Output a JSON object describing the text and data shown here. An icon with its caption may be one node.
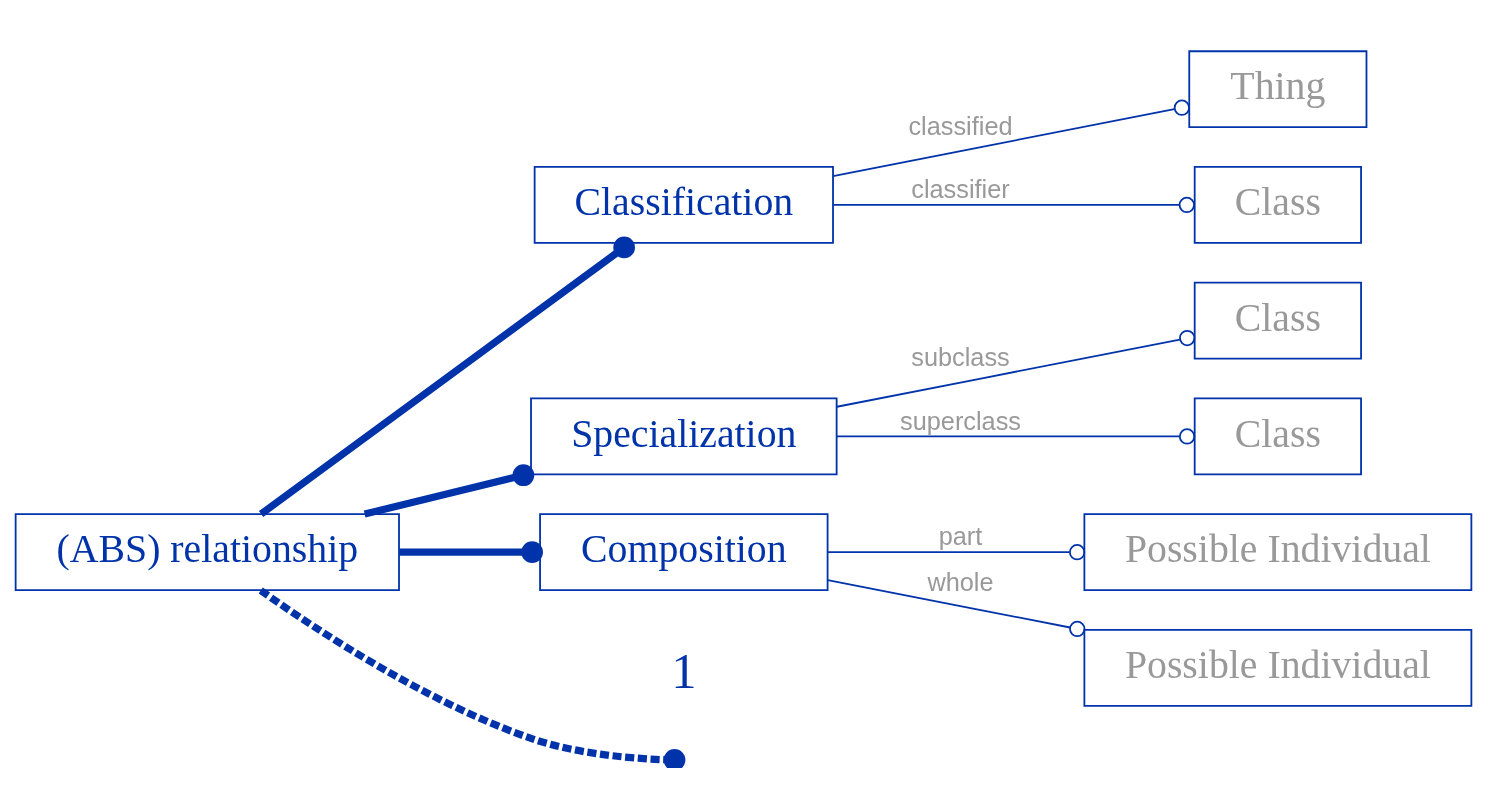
{
  "diagram": {
    "nodes": [
      {
        "text": [
          "(ABS) relationship"
        ]
      },
      {
        "text": [
          "Classification"
        ]
      },
      {
        "text": [
          "Thing"
        ]
      },
      {
        "text": [
          "Class"
        ]
      },
      {
        "text": [
          "Specialization"
        ]
      },
      {
        "text": [
          "Class"
        ]
      },
      {
        "text": [
          "Class"
        ]
      },
      {
        "text": [
          "Composition"
        ]
      },
      {
        "text": [
          "Possible Individual"
        ]
      },
      {
        "text": [
          "Possible Individual"
        ]
      }
    ],
    "edges": [
      {
        "from": 0,
        "to": 1,
        "arrow": "other",
        "style": "thick"
      },
      {
        "from": 0,
        "to": 4,
        "arrow": "other",
        "style": "thick"
      },
      {
        "from": 0,
        "to": 7,
        "arrow": "other",
        "style": "thick"
      },
      {
        "from": 0,
        "to": null,
        "arrow": "other",
        "style": "dashed"
      },
      {
        "from": 1,
        "to": 2,
        "arrow": "other",
        "label": "classified"
      },
      {
        "from": 1,
        "to": 3,
        "arrow": "other",
        "label": "classifier"
      },
      {
        "from": 4,
        "to": 5,
        "arrow": "other",
        "label": "subclass"
      },
      {
        "from": 4,
        "to": 6,
        "arrow": "other",
        "label": "superclass"
      },
      {
        "from": 7,
        "to": 8,
        "arrow": "other",
        "label": "part"
      },
      {
        "from": 7,
        "to": 9,
        "arrow": "other",
        "label": "whole"
      }
    ],
    "labels": [
      "1"
    ]
  }
}
